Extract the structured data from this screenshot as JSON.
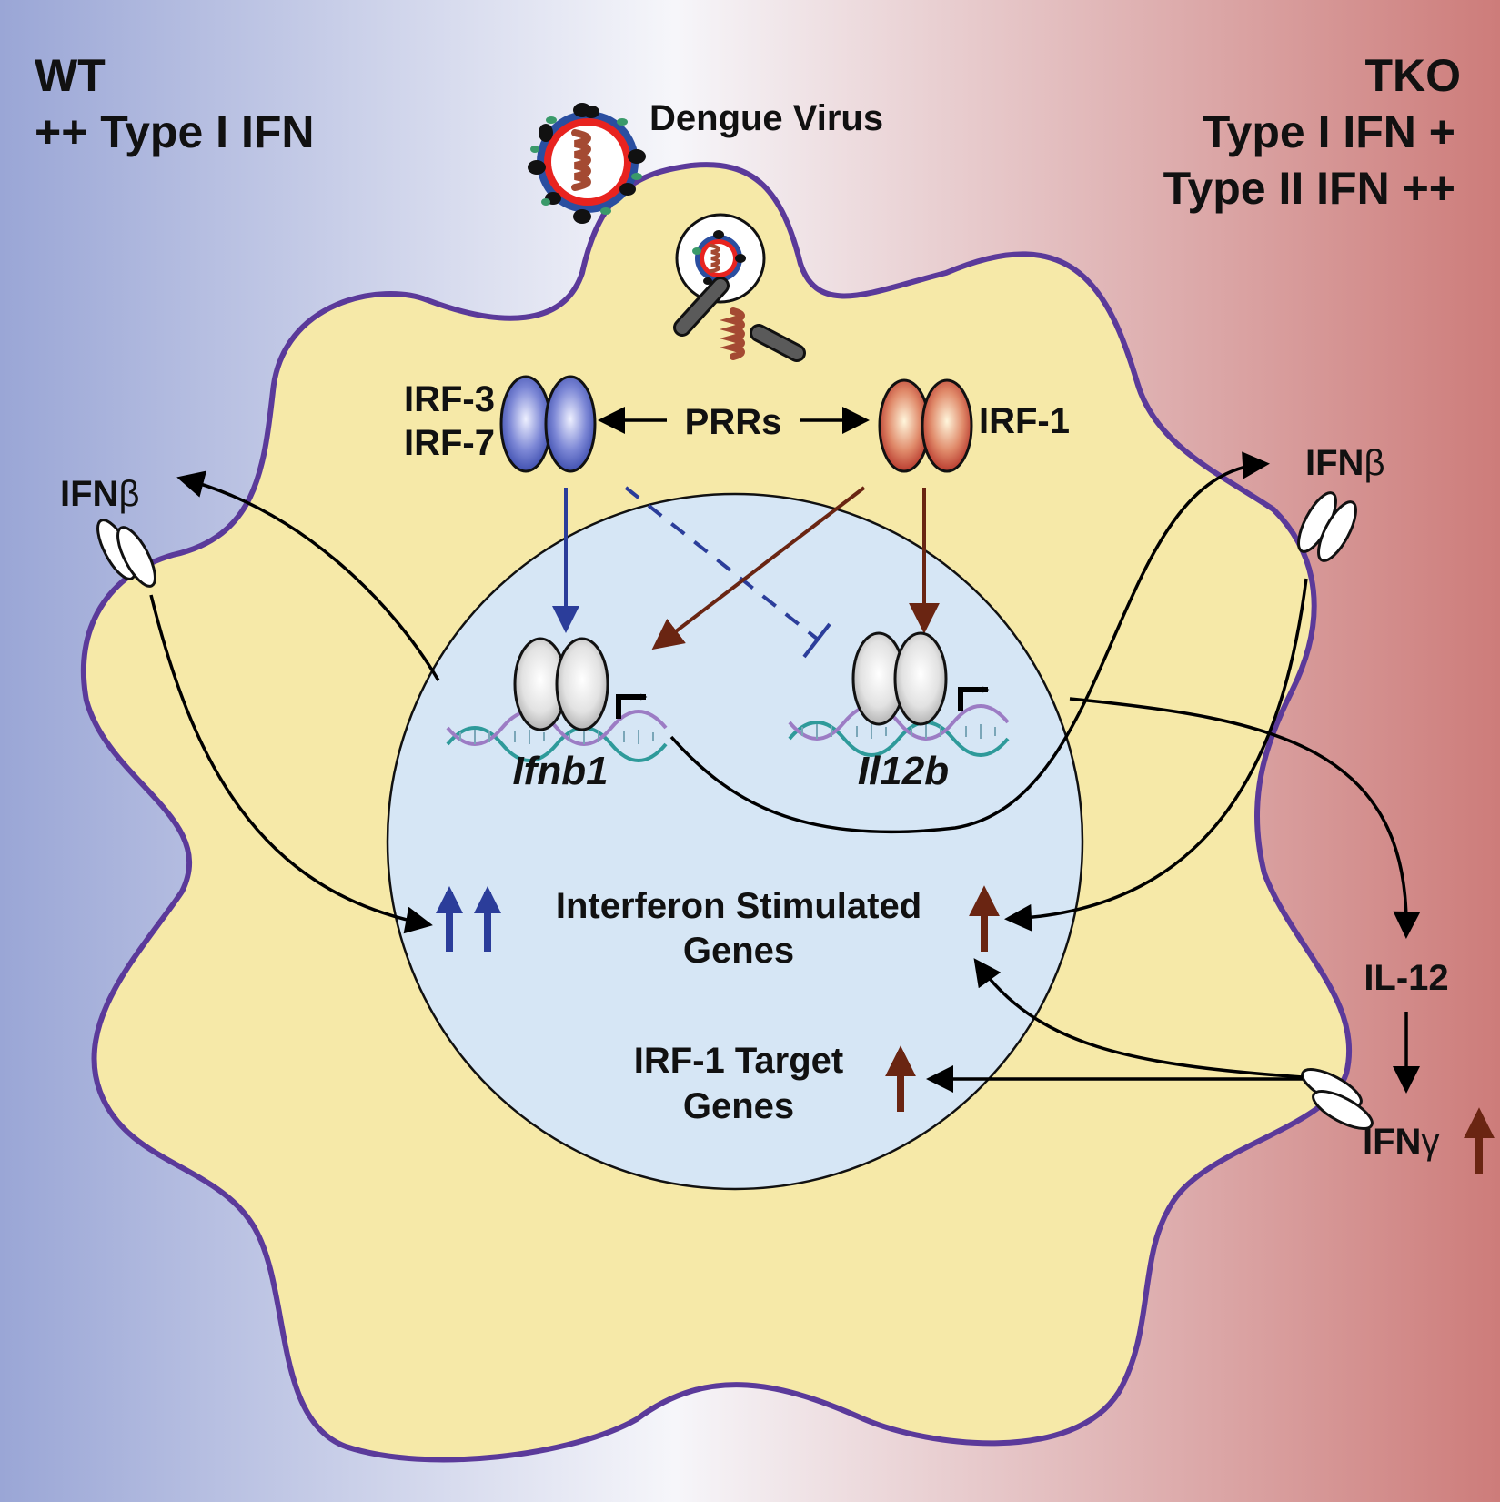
{
  "corners": {
    "wt_line1": "WT",
    "wt_line2": "++ Type I IFN",
    "tko_line1": "TKO",
    "tko_line2": "Type I IFN +",
    "tko_line3": "Type II IFN ++"
  },
  "virus_label": "Dengue Virus",
  "factors": {
    "irf3": "IRF-3",
    "irf7": "IRF-7",
    "prrs": "PRRs",
    "irf1": "IRF-1"
  },
  "genes": {
    "ifnb1": "Ifnb1",
    "il12b": "Il12b"
  },
  "outputs": {
    "isg_line1": "Interferon Stimulated",
    "isg_line2": "Genes",
    "irf1t_line1": "IRF-1 Target",
    "irf1t_line2": "Genes"
  },
  "cytokines": {
    "ifnb_left": "IFN",
    "ifnb_right": "IFN",
    "beta": "β",
    "il12": "IL-12",
    "ifng": "IFN",
    "gamma": "γ"
  },
  "colors": {
    "wt_blue": "#9aa6d6",
    "tko_red": "#cd7c7a",
    "cell_fill": "#f6e9a8",
    "cell_border": "#5b3a9a",
    "nucleus_fill": "#d6e6f5",
    "blue_arrow": "#2b3d9a",
    "brown_arrow": "#6a2512"
  }
}
